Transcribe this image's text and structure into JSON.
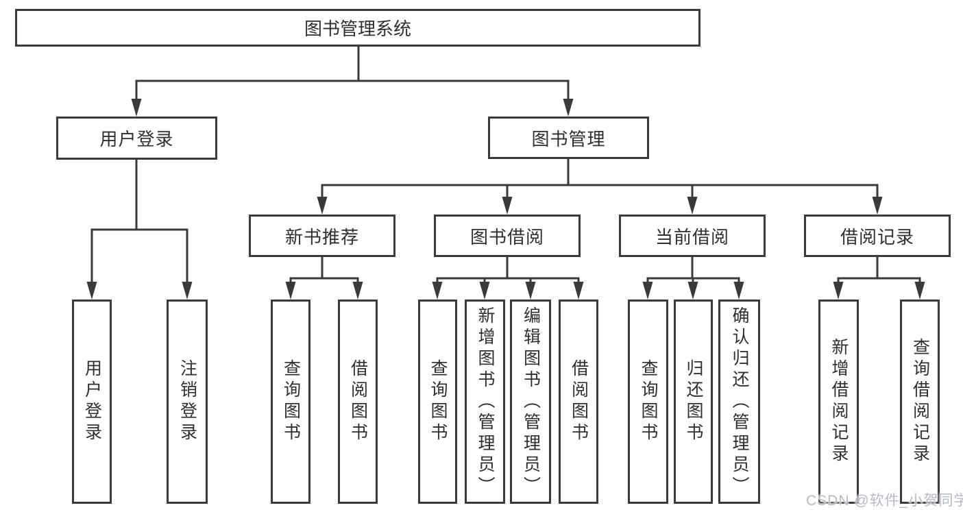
{
  "tree": {
    "root": "图书管理系统",
    "branches": [
      {
        "label": "用户登录",
        "children": [
          "用户登录",
          "注销登录"
        ]
      },
      {
        "label": "图书管理",
        "sections": [
          {
            "label": "新书推荐",
            "children": [
              "查询图书",
              "借阅图书"
            ]
          },
          {
            "label": "图书借阅",
            "children": [
              "查询图书",
              "新增图书（管理员）",
              "编辑图书（管理员）",
              "借阅图书"
            ]
          },
          {
            "label": "当前借阅",
            "children": [
              "查询图书",
              "归还图书",
              "确认归还（管理员）"
            ]
          },
          {
            "label": "借阅记录",
            "children": [
              "新增借阅记录",
              "查询借阅记录"
            ]
          }
        ]
      }
    ]
  },
  "watermark": {
    "text": "CSDN @软件_小贺同学"
  },
  "colors": {
    "line": "#3a3a3a",
    "text": "#2f2f2f",
    "watermark": "#b5bbc5",
    "background": "#ffffff"
  }
}
